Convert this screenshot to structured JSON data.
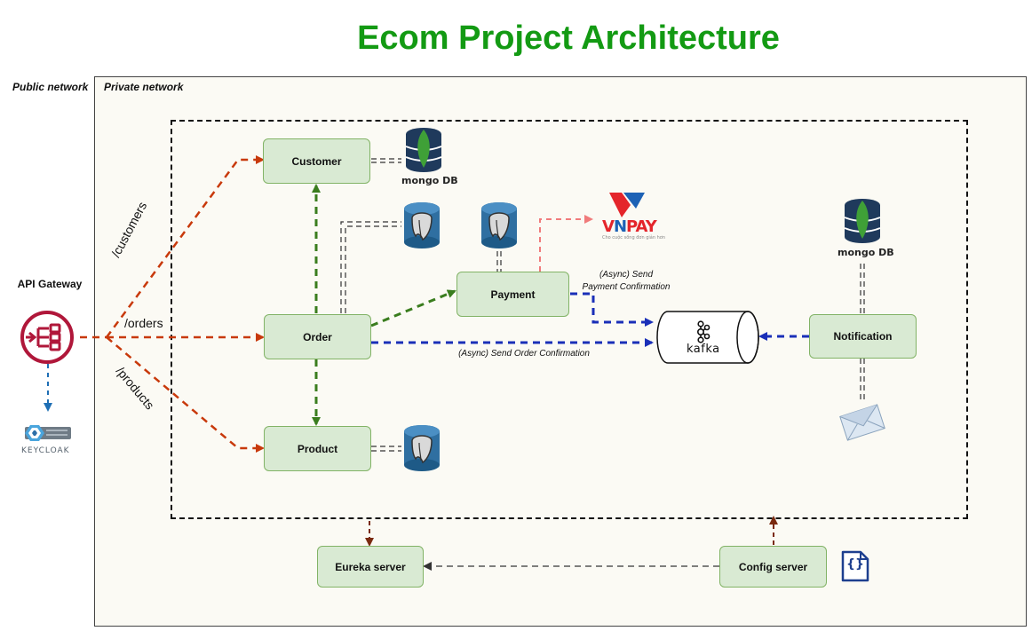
{
  "title": "Ecom Project Architecture",
  "networks": {
    "public": "Public network",
    "private": "Private network"
  },
  "gateway": {
    "label": "API Gateway",
    "routes": {
      "customers": "/customers",
      "orders": "/orders",
      "products": "/products"
    }
  },
  "services": {
    "customer": "Customer",
    "order": "Order",
    "product": "Product",
    "payment": "Payment",
    "notification": "Notification",
    "eureka": "Eureka server",
    "config": "Config server"
  },
  "edge_labels": {
    "payment_confirmation_line1": "(Async) Send",
    "payment_confirmation_line2": "Payment Confirmation",
    "order_confirmation": "(Async) Send Order Confirmation"
  },
  "logos": {
    "mongodb": "mongo DB",
    "kafka": "kafka",
    "keycloak": "KEYCLOAK",
    "vnpay": "VNPAY",
    "vnpay_tagline": "Cho cuộc sống đơn giản hơn",
    "config_icon": "{}"
  },
  "colors": {
    "title": "#139a13",
    "gateway_route": "#c8390b",
    "service_call": "#3a7d1e",
    "async_event": "#1a2fb8",
    "payment_gateway": "#f07b7b",
    "registry": "#7a2a10",
    "db_link": "#333333",
    "service_fill": "#d9ead3",
    "service_border": "#82b366"
  },
  "icons": [
    "api-gateway-icon",
    "keycloak-icon",
    "mongodb-icon",
    "postgresql-icon",
    "vnpay-icon",
    "kafka-icon",
    "envelope-icon",
    "config-json-icon"
  ]
}
